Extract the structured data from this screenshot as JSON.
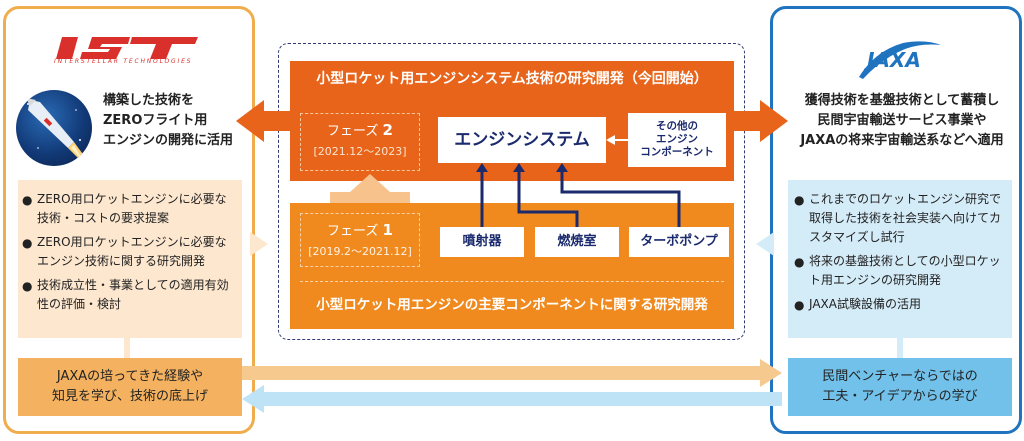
{
  "ist": {
    "logo_text": "IST",
    "tagline": "INTERSTELLAR TECHNOLOGIES",
    "statement_lines": [
      "構築した技術を",
      "ZEROフライト用",
      "エンジンの開発に活用"
    ],
    "list_items": [
      "ZERO用ロケットエンジンに必要な技術・コストの要求提案",
      "ZERO用ロケットエンジンに必要なエンジン技術に関する研究開発",
      "技術成立性・事業としての適用有効性の評価・検討"
    ],
    "bottom_lines": [
      "JAXAの培ってきた経験や",
      "知見を学び、技術の底上げ"
    ],
    "colors": {
      "border": "#f0ad4e",
      "list_bg": "#fde7cf",
      "bottom_bg": "#f4b260"
    }
  },
  "jaxa": {
    "logo_text": "JAXA",
    "statement_lines": [
      "獲得技術を基盤技術として蓄積し",
      "民間宇宙輸送サービス事業や",
      "JAXAの将来宇宙輸送系などへ適用"
    ],
    "list_items": [
      "これまでのロケットエンジン研究で取得した技術を社会実装へ向けてカスタマイズし試行",
      "将来の基盤技術としての小型ロケット用エンジンの研究開発",
      "JAXA試験設備の活用"
    ],
    "bottom_lines": [
      "民間ベンチャーならではの",
      "工夫・アイデアからの学び"
    ],
    "colors": {
      "border": "#1f73bf",
      "list_bg": "#d4ecf8",
      "bottom_bg": "#72c1ea"
    }
  },
  "center": {
    "top_title": "小型ロケット用エンジンシステム技術の研究開発（今回開始）",
    "phase2": {
      "name": "フェーズ",
      "num": "2",
      "period": "[2021.12～2023]"
    },
    "engine_system": "エンジンシステム",
    "other_components_lines": [
      "その他の",
      "エンジン",
      "コンポーネント"
    ],
    "phase1": {
      "name": "フェーズ",
      "num": "1",
      "period": "[2019.2～2021.12]"
    },
    "components": [
      "噴射器",
      "燃焼室",
      "ターボポンプ"
    ],
    "bottom_title": "小型ロケット用エンジンの主要コンポーネントに関する研究開発",
    "colors": {
      "top_block": "#e8641a",
      "bottom_block": "#f08a1e",
      "navy": "#1a2a6c"
    }
  }
}
